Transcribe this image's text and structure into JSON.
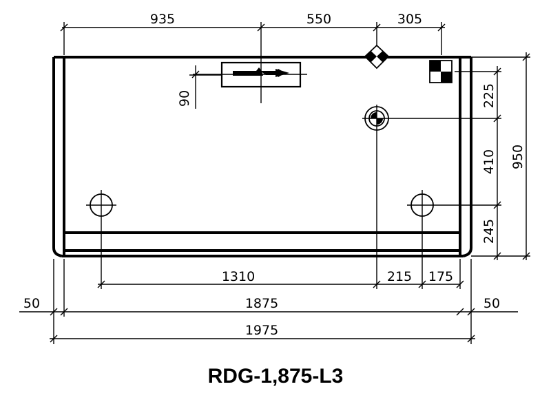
{
  "drawing": {
    "model_label": "RDG-1,875-L3",
    "dimensions": {
      "top_935": "935",
      "top_550": "550",
      "top_305": "305",
      "left_90": "90",
      "right_225": "225",
      "right_410": "410",
      "right_245": "245",
      "right_950": "950",
      "bottom_1310": "1310",
      "bottom_215": "215",
      "bottom_175": "175",
      "left_50": "50",
      "overall_1875": "1875",
      "right_50": "50",
      "overall_1975": "1975"
    },
    "icons": {
      "tap": "tap-hole-diamond-icon",
      "socket": "socket-checker-icon",
      "drain": "drain-hole-icon",
      "level": "level-symbol-icon",
      "foot_left": "foot-hole-left-icon",
      "foot_right": "foot-hole-right-icon"
    }
  }
}
